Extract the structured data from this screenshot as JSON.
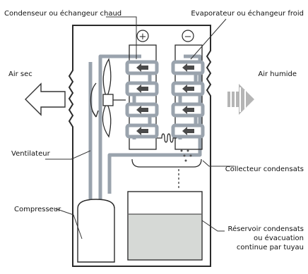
{
  "labels": {
    "condenser": "Condenseur ou échangeur chaud",
    "evaporator": "Evaporateur ou échangeur froid",
    "dry_air": "Air sec",
    "humid_air": "Air humide",
    "fan": "Ventilateur",
    "collector": "Collecteur condensats",
    "compressor": "Compresseur",
    "reservoir_line1": "Réservoir condensats",
    "reservoir_line2": "ou évacuation",
    "reservoir_line3": "continue par tuyau"
  },
  "signs": {
    "plus": "+",
    "minus": "−"
  },
  "colors": {
    "outline": "#2a2a2a",
    "tube": "#9aa3ad",
    "water": "#d6d9d6",
    "arrow_fill": "#4a4a4a",
    "leader": "#333333"
  },
  "icons": [
    "fan-icon",
    "arrow-left-icon",
    "arrow-right-icon",
    "coil-icon",
    "drip-icon"
  ]
}
